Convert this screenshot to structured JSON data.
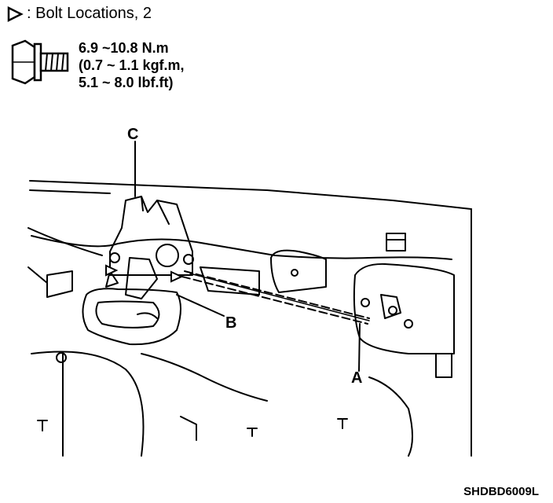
{
  "legend": {
    "icon": "triangle-outline-icon",
    "text": ": Bolt Locations, 2"
  },
  "torque": {
    "icon": "flange-bolt-icon",
    "line1": "6.9 ~10.8 N.m",
    "line2": "(0.7 ~ 1.1 kgf.m,",
    "line3": "5.1 ~ 8.0 lbf.ft)"
  },
  "callouts": {
    "a": "A",
    "b": "B",
    "c": "C"
  },
  "figure_code": "SHDBD6009L"
}
